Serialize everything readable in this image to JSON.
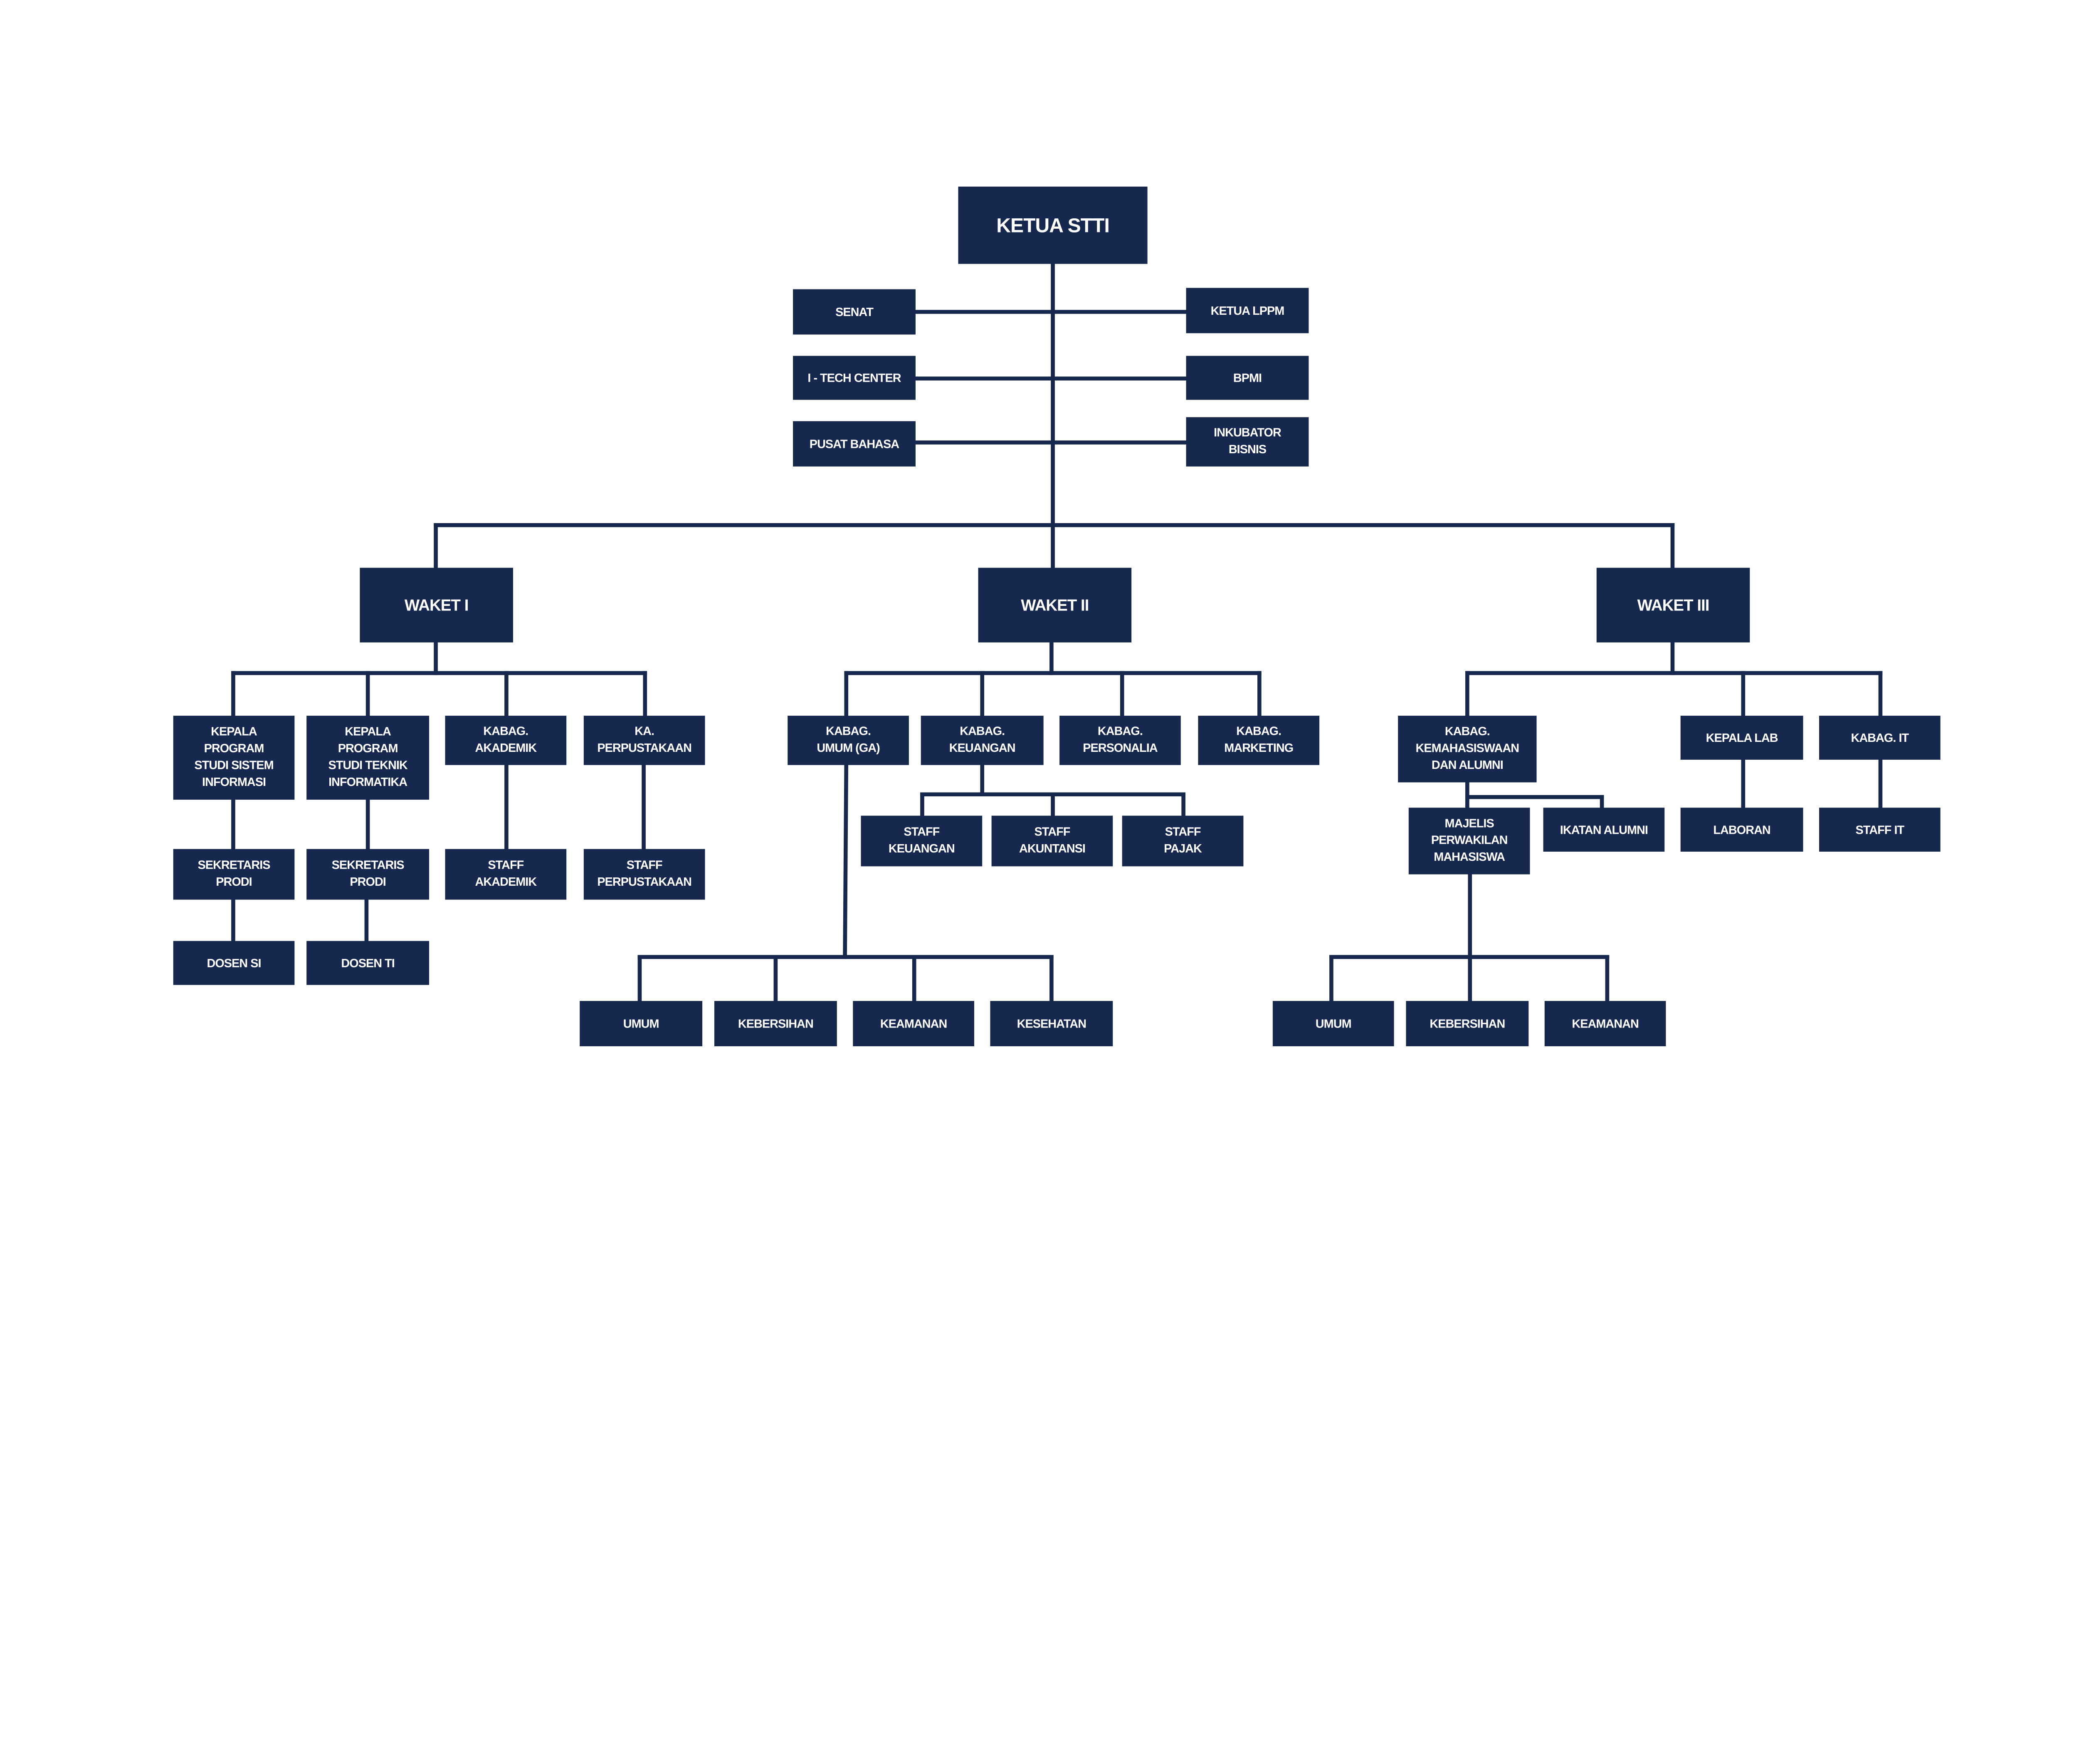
{
  "org_chart": {
    "color": "#16284d",
    "nodes": {
      "ketua": {
        "lines": [
          "KETUA STTI"
        ]
      },
      "senat": {
        "lines": [
          "SENAT"
        ]
      },
      "lppm": {
        "lines": [
          "KETUA LPPM"
        ]
      },
      "itech": {
        "lines": [
          "I - TECH CENTER"
        ]
      },
      "bpmi": {
        "lines": [
          "BPMI"
        ]
      },
      "pusat_bahasa": {
        "lines": [
          "PUSAT BAHASA"
        ]
      },
      "inkubator": {
        "lines": [
          "INKUBATOR",
          "BISNIS"
        ]
      },
      "waket1": {
        "lines": [
          "WAKET I"
        ]
      },
      "waket2": {
        "lines": [
          "WAKET II"
        ]
      },
      "waket3": {
        "lines": [
          "WAKET III"
        ]
      },
      "kaprodi_si": {
        "lines": [
          "KEPALA",
          "PROGRAM",
          "STUDI SISTEM",
          "INFORMASI"
        ]
      },
      "kaprodi_ti": {
        "lines": [
          "KEPALA",
          "PROGRAM",
          "STUDI TEKNIK",
          "INFORMATIKA"
        ]
      },
      "kabag_akademik": {
        "lines": [
          "KABAG.",
          "AKADEMIK"
        ]
      },
      "ka_perpustakaan": {
        "lines": [
          "KA.",
          "PERPUSTAKAAN"
        ]
      },
      "sekretaris_si": {
        "lines": [
          "SEKRETARIS",
          "PRODI"
        ]
      },
      "sekretaris_ti": {
        "lines": [
          "SEKRETARIS",
          "PRODI"
        ]
      },
      "staff_akademik": {
        "lines": [
          "STAFF",
          "AKADEMIK"
        ]
      },
      "staff_perpustakaan": {
        "lines": [
          "STAFF",
          "PERPUSTAKAAN"
        ]
      },
      "dosen_si": {
        "lines": [
          "DOSEN SI"
        ]
      },
      "dosen_ti": {
        "lines": [
          "DOSEN TI"
        ]
      },
      "kabag_umum": {
        "lines": [
          "KABAG.",
          "UMUM (GA)"
        ]
      },
      "kabag_keuangan": {
        "lines": [
          "KABAG.",
          "KEUANGAN"
        ]
      },
      "kabag_personalia": {
        "lines": [
          "KABAG.",
          "PERSONALIA"
        ]
      },
      "kabag_marketing": {
        "lines": [
          "KABAG.",
          "MARKETING"
        ]
      },
      "staff_keuangan": {
        "lines": [
          "STAFF",
          "KEUANGAN"
        ]
      },
      "staff_akuntansi": {
        "lines": [
          "STAFF",
          "AKUNTANSI"
        ]
      },
      "staff_pajak": {
        "lines": [
          "STAFF",
          "PAJAK"
        ]
      },
      "umum_ga": {
        "lines": [
          "UMUM"
        ]
      },
      "kebersihan_ga": {
        "lines": [
          "KEBERSIHAN"
        ]
      },
      "keamanan_ga": {
        "lines": [
          "KEAMANAN"
        ]
      },
      "kesehatan_ga": {
        "lines": [
          "KESEHATAN"
        ]
      },
      "kabag_kemahasiswaan": {
        "lines": [
          "KABAG.",
          "KEMAHASISWAAN",
          "DAN ALUMNI"
        ]
      },
      "kepala_lab": {
        "lines": [
          "KEPALA LAB"
        ]
      },
      "kabag_it": {
        "lines": [
          "KABAG. IT"
        ]
      },
      "majelis": {
        "lines": [
          "MAJELIS",
          "PERWAKILAN",
          "MAHASISWA"
        ]
      },
      "ikatan_alumni": {
        "lines": [
          "IKATAN ALUMNI"
        ]
      },
      "laboran": {
        "lines": [
          "LABORAN"
        ]
      },
      "staff_it": {
        "lines": [
          "STAFF IT"
        ]
      },
      "umum_mhs": {
        "lines": [
          "UMUM"
        ]
      },
      "kebersihan_mhs": {
        "lines": [
          "KEBERSIHAN"
        ]
      },
      "keamanan_mhs": {
        "lines": [
          "KEAMANAN"
        ]
      }
    }
  }
}
